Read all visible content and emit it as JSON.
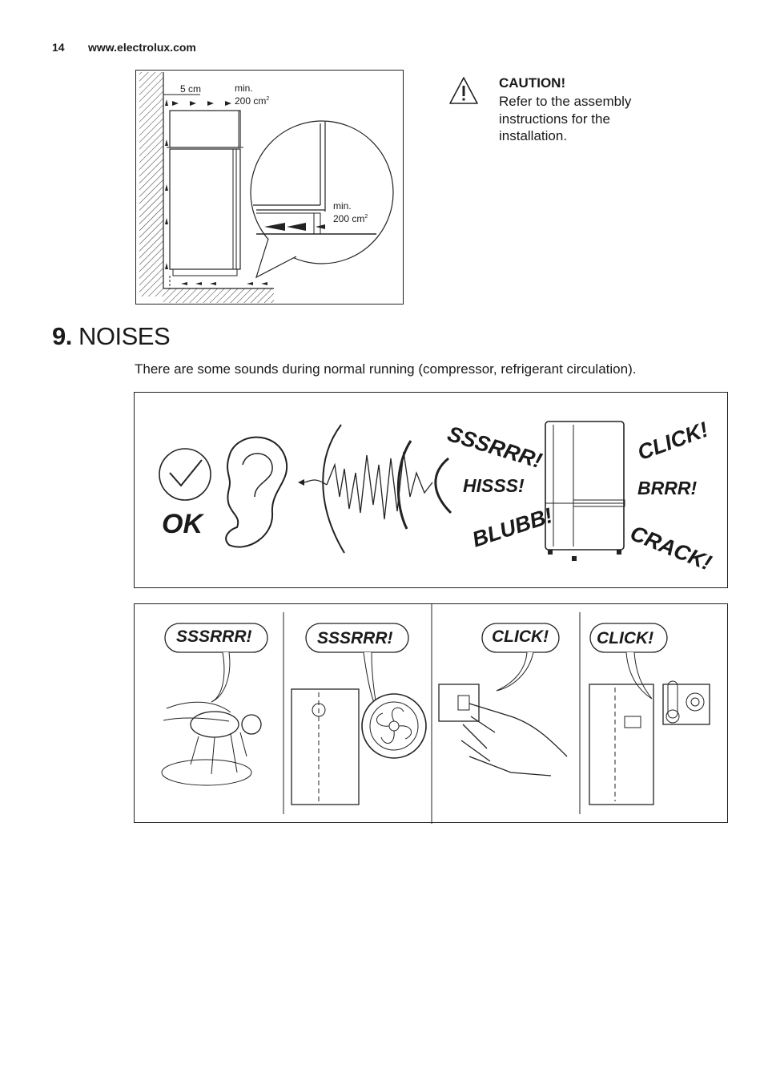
{
  "header": {
    "page_number": "14",
    "website": "www.electrolux.com"
  },
  "installation_figure": {
    "label_gap": "5 cm",
    "label_top_vent_1": "min.",
    "label_top_vent_2": "200 cm",
    "label_bottom_vent_1": "min.",
    "label_bottom_vent_2": "200 cm",
    "superscript": "2"
  },
  "caution": {
    "icon": "warning-triangle-icon",
    "title": "CAUTION!",
    "text": "Refer to the assembly instructions for the installation."
  },
  "section": {
    "number": "9.",
    "title": "NOISES",
    "intro": "There are some sounds during normal running (compressor, refrigerant circulation)."
  },
  "noises_figure": {
    "ok_label": "OK",
    "sounds": [
      "SSSRRR!",
      "HISSS!",
      "BLUBB!",
      "CLICK!",
      "BRRR!",
      "CRACK!"
    ]
  },
  "examples_figure": {
    "bubbles": [
      "SSSRRR!",
      "SSSRRR!",
      "CLICK!",
      "CLICK!"
    ]
  }
}
